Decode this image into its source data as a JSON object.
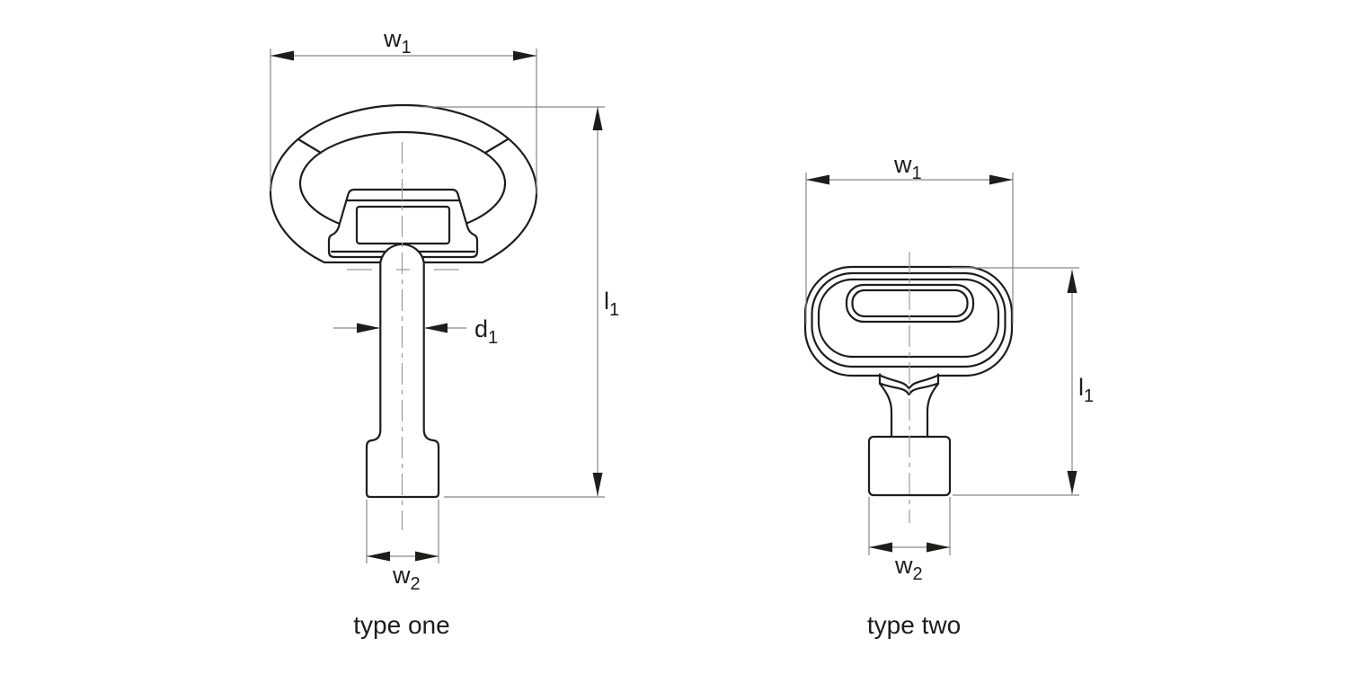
{
  "diagram": {
    "colors": {
      "outline": "#1d1d1b",
      "dimension_line": "#878787",
      "centerline": "#9b9b9b",
      "arrowhead": "#1d1d1b",
      "background": "#ffffff"
    },
    "type_one": {
      "caption": "type one",
      "labels": {
        "w1": {
          "base": "w",
          "sub": "1"
        },
        "l1": {
          "base": "l",
          "sub": "1"
        },
        "d1": {
          "base": "d",
          "sub": "1"
        },
        "w2": {
          "base": "w",
          "sub": "2"
        }
      }
    },
    "type_two": {
      "caption": "type two",
      "labels": {
        "w1": {
          "base": "w",
          "sub": "1"
        },
        "l1": {
          "base": "l",
          "sub": "1"
        },
        "w2": {
          "base": "w",
          "sub": "2"
        }
      }
    }
  }
}
